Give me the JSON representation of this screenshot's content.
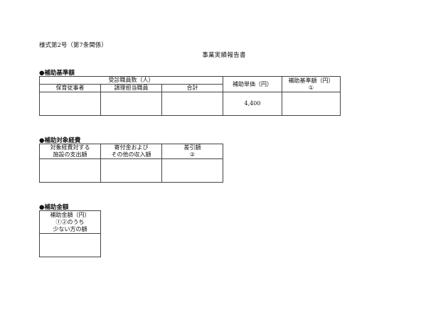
{
  "header": {
    "form_number": "様式第2号（第7条関係）",
    "title": "事業実績報告書"
  },
  "section1": {
    "heading": "●補助基準額",
    "group_header": "受診職員数（人）",
    "col_childcare": "保育従事者",
    "col_cook": "調理担当職員",
    "col_total": "合計",
    "col_unit_price": "補助単価（円）",
    "col_base_amount": "補助基準額（円）",
    "col_base_amount_mark": "①",
    "values": {
      "childcare": "",
      "cook": "",
      "total": "",
      "unit_price": "4,400",
      "base_amount": ""
    }
  },
  "section2": {
    "heading": "●補助対象経費",
    "col_expense_1": "対象経費対する",
    "col_expense_2": "施設の支出額",
    "col_donation_1": "寄付金および",
    "col_donation_2": "その他の収入額",
    "col_diff_1": "差引額",
    "col_diff_2": "②",
    "values": {
      "expense": "",
      "donation": "",
      "diff": ""
    }
  },
  "section3": {
    "heading": "●補助金額",
    "col_line1": "補助金額（円）",
    "col_line2": "①②のうち",
    "col_line3": "少ない方の額",
    "values": {
      "amount": ""
    }
  }
}
